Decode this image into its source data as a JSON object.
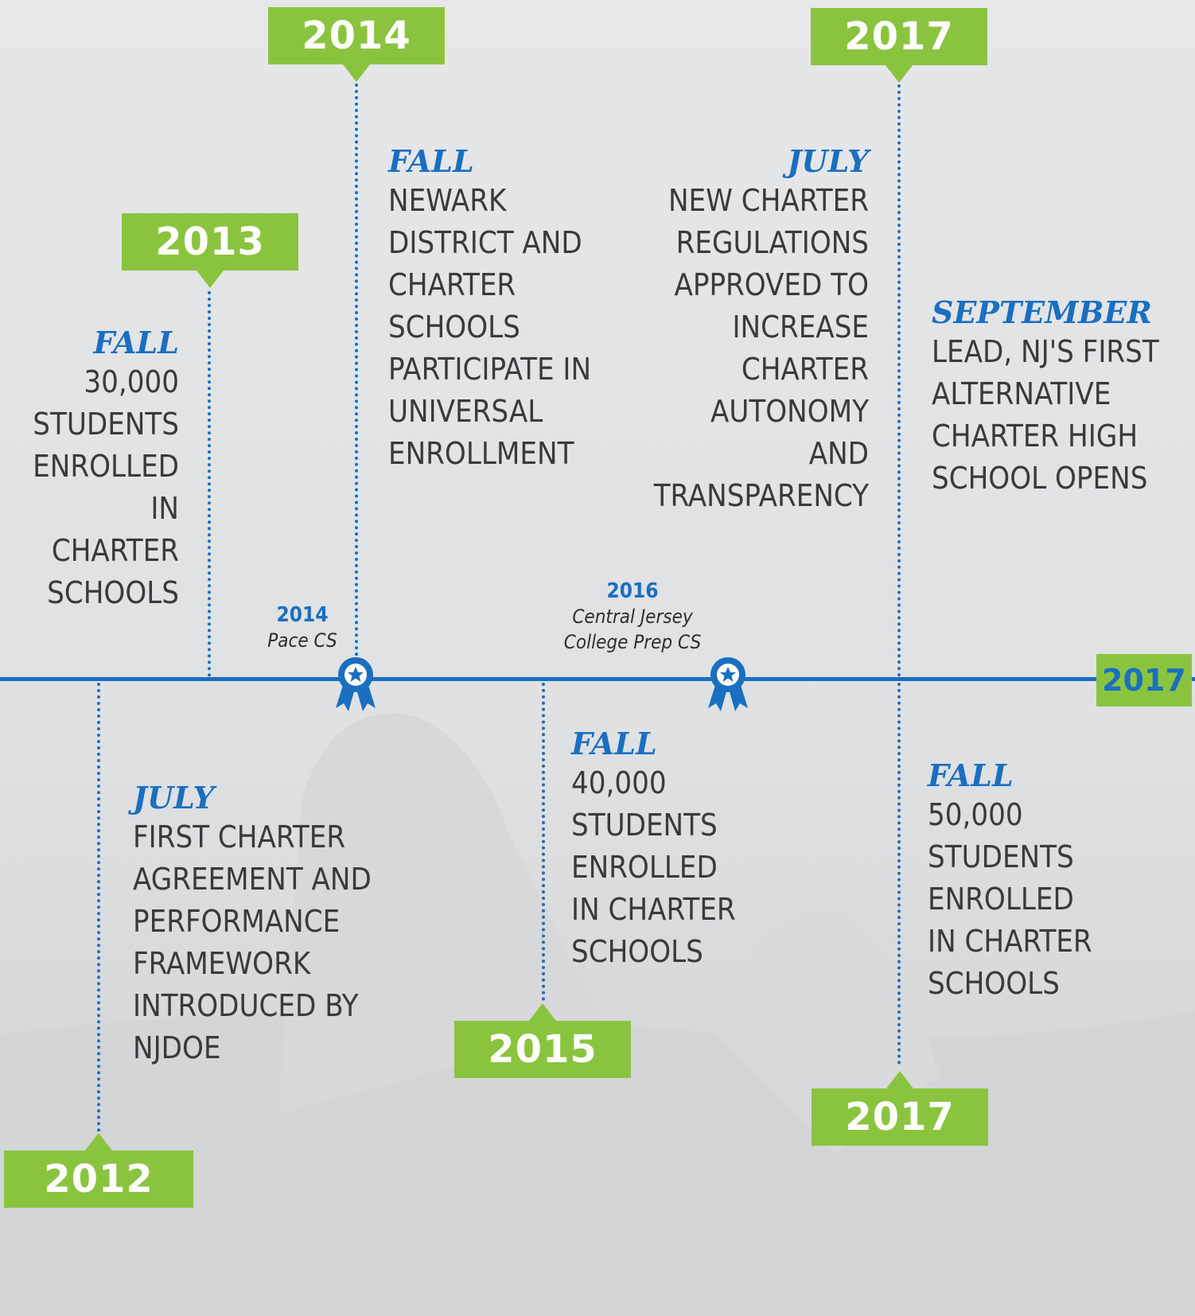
{
  "colors": {
    "blue": "#1a6fc0",
    "green": "#8ac43f",
    "text": "#3a3a3a"
  },
  "year_labels": {
    "y2012": "2012",
    "y2013": "2013",
    "y2014": "2014",
    "y2015": "2015",
    "y2017_top": "2017",
    "y2017_bottom": "2017",
    "y2017_end": "2017"
  },
  "events": {
    "e2012": {
      "season": "July",
      "text": "First charter agreement and performance framework introduced by NJDOE"
    },
    "e2013": {
      "season": "Fall",
      "text": "30,000 students enrolled in charter schools"
    },
    "e2014": {
      "season": "Fall",
      "text": "Newark District and charter schools participate in universal enrollment"
    },
    "e2015": {
      "season": "Fall",
      "text": "40,000 students enrolled in charter schools"
    },
    "e2017_july": {
      "season": "July",
      "text": "New charter regulations approved to increase charter autonomy and transparency"
    },
    "e2017_sep": {
      "season": "September",
      "text": "LEAD, NJ's first alternative charter high school opens"
    },
    "e2017_fall": {
      "season": "Fall",
      "text": "50,000 students enrolled in charter schools"
    }
  },
  "awards": {
    "a2014": {
      "year": "2014",
      "name": "Pace CS",
      "icon": "award-ribbon-icon"
    },
    "a2016": {
      "year": "2016",
      "name_line1": "Central Jersey",
      "name_line2": "College Prep CS",
      "icon": "award-ribbon-icon"
    }
  }
}
